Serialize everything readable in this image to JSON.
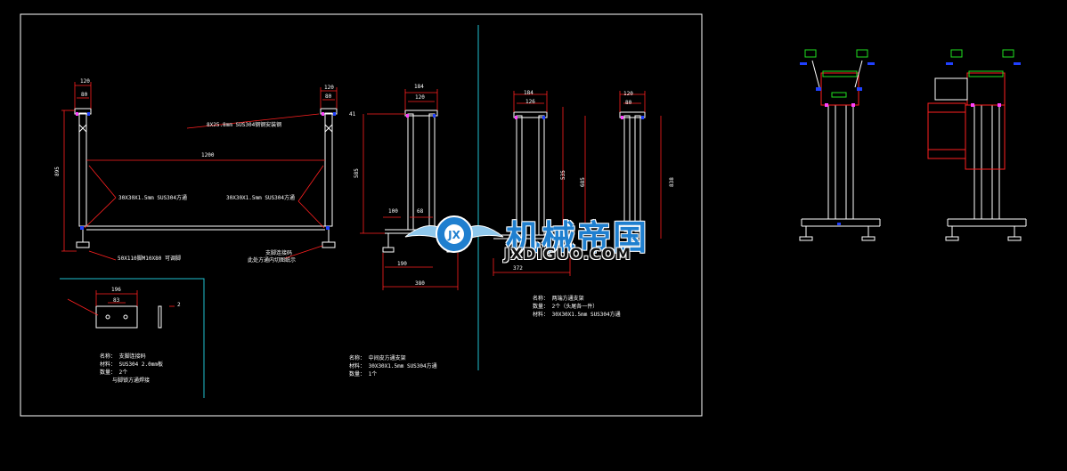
{
  "dims": {
    "d120a": "120",
    "d80a": "80",
    "d120b": "120",
    "d80b": "80",
    "d184a": "184",
    "d120c": "120",
    "d184b": "184",
    "d126": "126",
    "d120d": "120",
    "d80d": "80",
    "d1200": "1200",
    "d895": "895",
    "d585": "585",
    "d535": "535",
    "d685": "685",
    "d838": "838",
    "d100": "100",
    "d68": "68",
    "d190": "190",
    "d380": "380",
    "d372": "372",
    "d41": "41",
    "d196": "196",
    "d83": "83",
    "d2": "2"
  },
  "annotations": {
    "bolt_top": "8X25.8mm SUS304钢钢安装钢",
    "tube_left": "30X30X1.5mm SUS304方通",
    "tube_right": "30X30X1.5mm SUS304方通",
    "foot": "50X110脚M10X80 可调脚",
    "bracket1": "支脚连接码",
    "bracket2": "此处方通内切图纸示"
  },
  "notes": {
    "part1": [
      "名称： 支脚连接码",
      "材料： SUS304 2.0mm板",
      "数量： 2个",
      "与脚锁方通焊接"
    ],
    "part2": [
      "名称： 中间皮方通支架",
      "材料： 30X30X1.5mm SUS304方通",
      "数量： 1个"
    ],
    "part3": [
      "名称： 两端方通支架",
      "数量： 2个（头尾各一件）",
      "材料： 30X30X1.5mm SUS304方通"
    ]
  },
  "watermark": {
    "cn": "机械帝国",
    "en": "JXDIGUO.COM",
    "badge": "JX"
  },
  "colors": {
    "line": "#ffffff",
    "dim": "#ff2020",
    "frame": "#ffffff",
    "cyan": "#20c0d0",
    "blue": "#2040ff",
    "green": "#20e020",
    "magenta": "#ff40ff",
    "brand": "#1f7fcf"
  }
}
